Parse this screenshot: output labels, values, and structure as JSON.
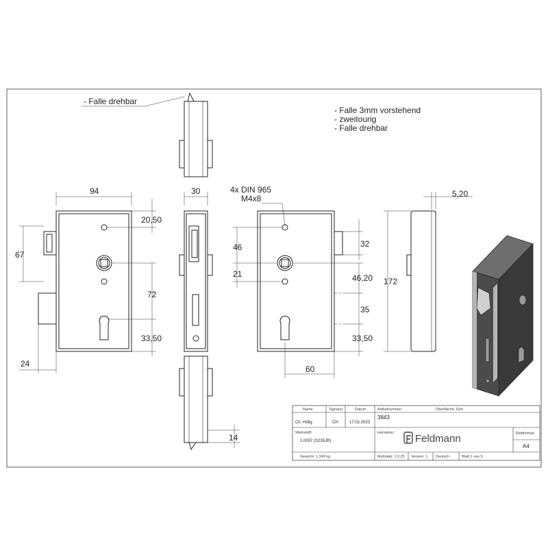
{
  "callouts": {
    "falle_left": "- Falle drehbar",
    "screws_line1": "4x DIN 965",
    "screws_line2": "M4x8"
  },
  "notes": [
    "- Falle 3mm vorstehend",
    "- zweitourig",
    "- Falle drehbar"
  ],
  "dimensions": {
    "width_94": "94",
    "d_20_50": "20,50",
    "d_67": "67",
    "d_72": "72",
    "d_33_50_left": "33,50",
    "d_24": "24",
    "d_30": "30",
    "d_14": "14",
    "d_46": "46",
    "d_21": "21",
    "d_32": "32",
    "d_46_20": "46,20",
    "d_35": "35",
    "d_33_50_right": "33,50",
    "d_60": "60",
    "d_5_20": "5,20",
    "d_172": "172"
  },
  "title_block": {
    "h_name": "Name",
    "h_signatur": "Signatur",
    "h_datum": "Datum",
    "h_artikelnummer": "Artikelnummer",
    "h_oberflaeche": "Oberfläche: Roh",
    "v_name": "Ch. Hölig",
    "v_signatur": "CH",
    "v_datum": "17.02.2023",
    "v_artikelnummer": "3843",
    "h_werkstoff": "Werkstoff:",
    "v_werkstoff": "1.0037 (S235JR)",
    "h_hersteller": "Hersteller:",
    "brand": "Feldmann",
    "h_blattformat": "Blattformat",
    "v_blattformat": "A4",
    "gewicht": "Gewicht: 1,349 kg",
    "massstab": "Maßstab: 1:2,25",
    "version": "Version: 1",
    "sprache": "Deutsch",
    "blatt": "Blatt 1 von 5"
  },
  "colors": {
    "line": "#222222",
    "iso_dark": "#3a3a3a",
    "iso_mid": "#6e6e6e",
    "iso_light": "#b5b5b5"
  }
}
